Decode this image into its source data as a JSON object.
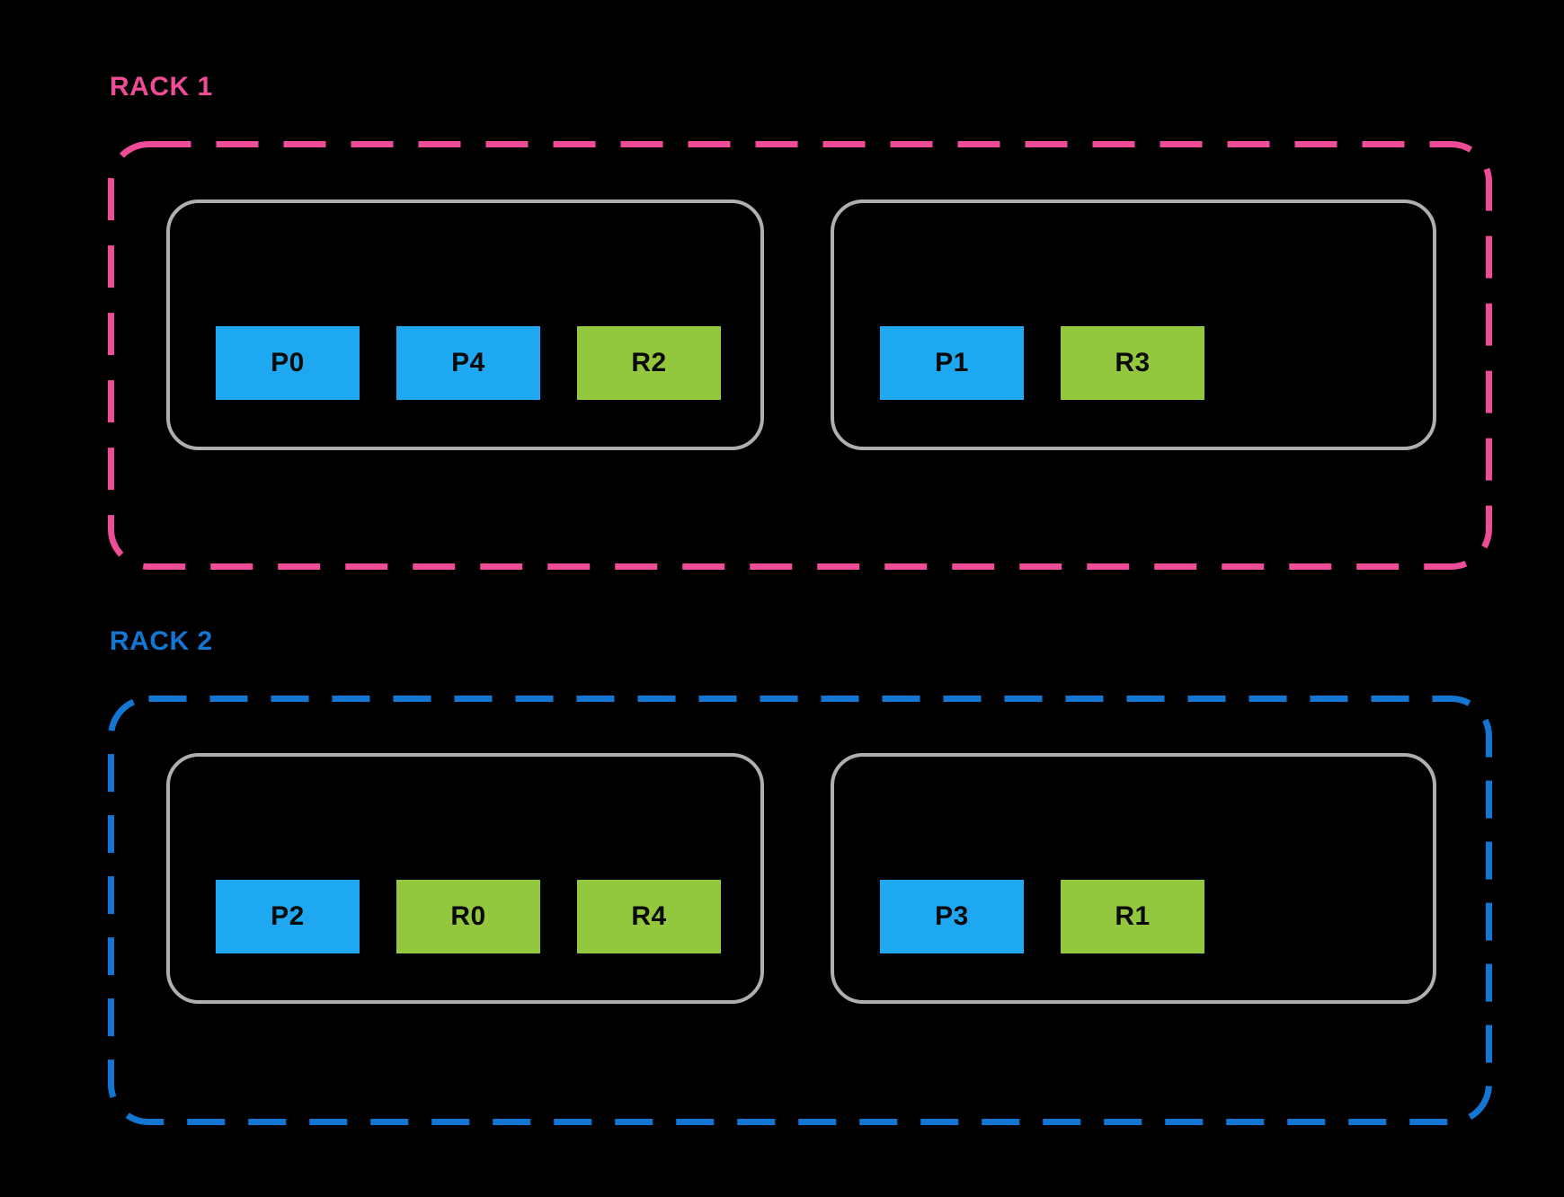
{
  "diagram": {
    "title": "rack placement diagram",
    "background_color": "#000000",
    "node_border_color": "#AFAFAF",
    "block_text_color": "#0A0A0A",
    "primary_block_color": "#1FA8F2",
    "replica_block_color": "#93C83E",
    "racks": [
      {
        "label": "RACK 1",
        "accent": "#EE4C96",
        "nodes": [
          {
            "blocks": [
              {
                "label": "P0",
                "color": "#1FA8F2"
              },
              {
                "label": "P4",
                "color": "#1FA8F2"
              },
              {
                "label": "R2",
                "color": "#93C83E"
              }
            ]
          },
          {
            "blocks": [
              {
                "label": "P1",
                "color": "#1FA8F2"
              },
              {
                "label": "R3",
                "color": "#93C83E"
              }
            ]
          }
        ]
      },
      {
        "label": "RACK 2",
        "accent": "#1276D2",
        "nodes": [
          {
            "blocks": [
              {
                "label": "P2",
                "color": "#1FA8F2"
              },
              {
                "label": "R0",
                "color": "#93C83E"
              },
              {
                "label": "R4",
                "color": "#93C83E"
              }
            ]
          },
          {
            "blocks": [
              {
                "label": "P3",
                "color": "#1FA8F2"
              },
              {
                "label": "R1",
                "color": "#93C83E"
              }
            ]
          }
        ]
      }
    ]
  }
}
